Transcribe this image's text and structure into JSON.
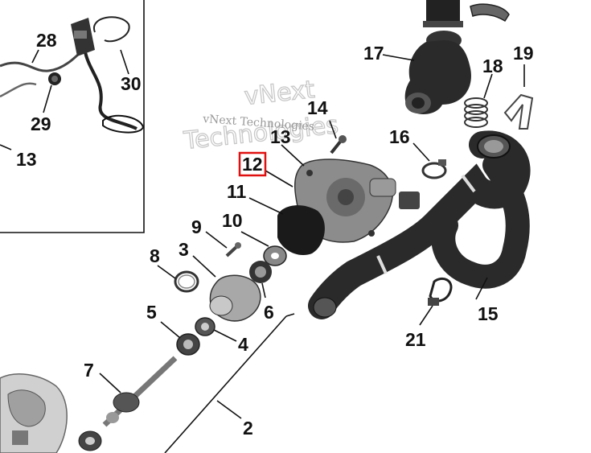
{
  "watermark": {
    "line1": "vNext Technologies",
    "big_a": "vNext",
    "big_b": "Technologies"
  },
  "highlight_color": "#e01010",
  "callouts": {
    "c2": "2",
    "c3": "3",
    "c4": "4",
    "c5": "5",
    "c6": "6",
    "c7": "7",
    "c8": "8",
    "c9": "9",
    "c10": "10",
    "c11": "11",
    "c12": "12",
    "c13": "13",
    "c13b": "13",
    "c14": "14",
    "c15": "15",
    "c16": "16",
    "c17": "17",
    "c18": "18",
    "c19": "19",
    "c21": "21",
    "c28": "28",
    "c29": "29",
    "c30": "30"
  }
}
